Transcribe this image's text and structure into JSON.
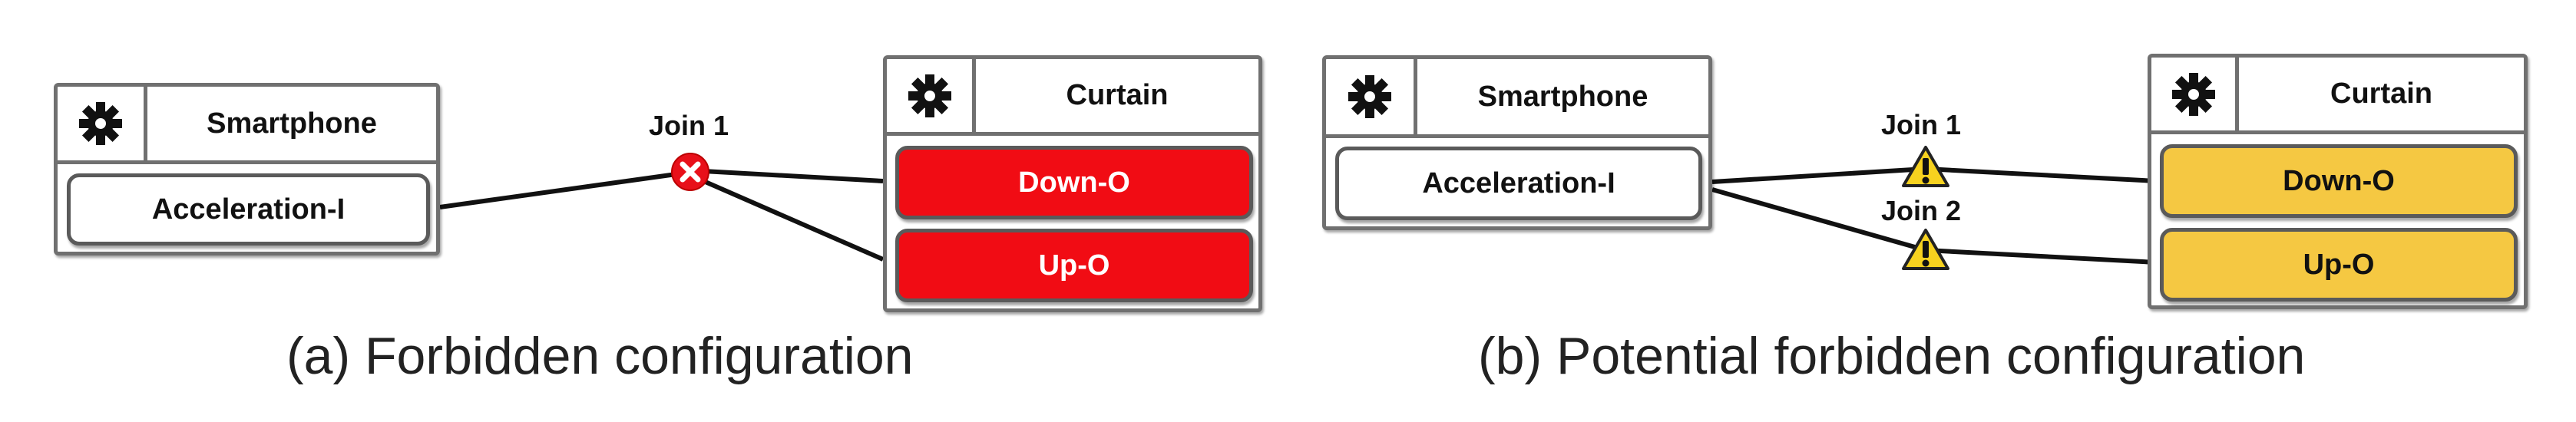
{
  "panel_a": {
    "source": {
      "title": "Smartphone",
      "port": "Acceleration-I",
      "icon": "gear-icon"
    },
    "target": {
      "title": "Curtain",
      "ports": [
        "Down-O",
        "Up-O"
      ],
      "icon": "gear-icon",
      "port_color": "#f10c14"
    },
    "joins": [
      {
        "label": "Join 1",
        "status": "error-icon",
        "color": "#e8101a"
      }
    ],
    "caption": "(a) Forbidden configuration"
  },
  "panel_b": {
    "source": {
      "title": "Smartphone",
      "port": "Acceleration-I",
      "icon": "gear-icon"
    },
    "target": {
      "title": "Curtain",
      "ports": [
        "Down-O",
        "Up-O"
      ],
      "icon": "gear-icon",
      "port_color": "#f5c842"
    },
    "joins": [
      {
        "label": "Join 1",
        "status": "warning-icon",
        "color": "#f7d21f"
      },
      {
        "label": "Join 2",
        "status": "warning-icon",
        "color": "#f7d21f"
      }
    ],
    "caption": "(b) Potential forbidden configuration"
  }
}
